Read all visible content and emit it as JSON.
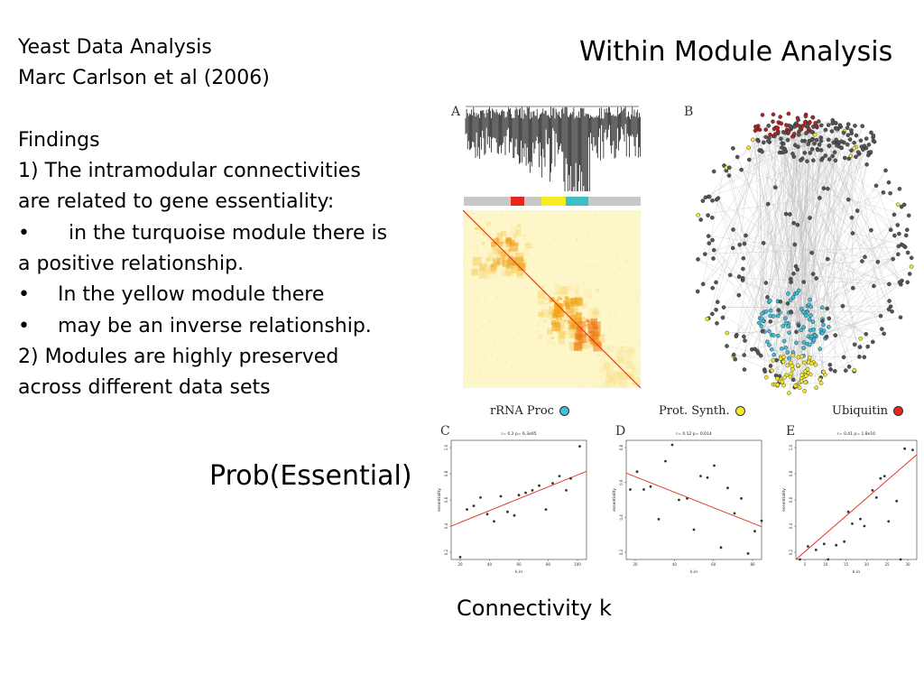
{
  "left": {
    "title_line1": "Yeast Data Analysis",
    "title_line2": "Marc Carlson et al (2006)",
    "findings_label": "Findings",
    "finding1_line1": "1) The intramodular connectivities",
    "finding1_line2": "are related to gene essentiality:",
    "bullet_char": "•",
    "bullet1_line1": "in the turquoise module there is",
    "bullet1_line2": "a positive relationship.",
    "bullet2": "In the yellow module there",
    "bullet3": "may be an inverse relationship.",
    "finding2_line1": "2) Modules are highly preserved",
    "finding2_line2": "across different data sets"
  },
  "heading": "Within Module Analysis",
  "figure": {
    "panel_a": "A",
    "panel_b": "B",
    "panel_c": "C",
    "panel_d": "D",
    "panel_e": "E",
    "module_bar_colors": [
      "#c8c8c8",
      "#e8261e",
      "#c8c8c8",
      "#f5ec22",
      "#3cc0c8",
      "#c8c8c8"
    ],
    "module_colors": {
      "brown": "#b22222",
      "turquoise": "#3fc0d8",
      "yellow": "#f2e830",
      "grey": "#555555"
    }
  },
  "categories": [
    {
      "label": "rRNA Proc",
      "color": "#3fc0d8"
    },
    {
      "label": "Prot. Synth.",
      "color": "#f2e830"
    },
    {
      "label": "Ubiquitin",
      "color": "#e8261e"
    }
  ],
  "y_axis_label": "Prob(Essential)",
  "x_axis_label": "Connectivity k",
  "chart_data": [
    {
      "type": "scatter",
      "title": "r= 0.2  p= 6.3e05",
      "xlabel": "k.in",
      "ylabel": "essentiality",
      "xlim": [
        0,
        120
      ],
      "ylim": [
        0,
        1
      ],
      "xticks": [
        "20",
        "40",
        "60",
        "80",
        "100"
      ],
      "yticks": [
        "0.2",
        "0.4",
        "0.6",
        "0.8",
        "1.0"
      ],
      "trend": [
        [
          0,
          0.28
        ],
        [
          120,
          0.74
        ]
      ],
      "points": [
        [
          8,
          0.02
        ],
        [
          14,
          0.42
        ],
        [
          20,
          0.45
        ],
        [
          26,
          0.52
        ],
        [
          32,
          0.38
        ],
        [
          38,
          0.32
        ],
        [
          44,
          0.53
        ],
        [
          50,
          0.4
        ],
        [
          56,
          0.37
        ],
        [
          60,
          0.54
        ],
        [
          66,
          0.56
        ],
        [
          72,
          0.58
        ],
        [
          78,
          0.62
        ],
        [
          84,
          0.42
        ],
        [
          90,
          0.64
        ],
        [
          96,
          0.7
        ],
        [
          102,
          0.58
        ],
        [
          106,
          0.68
        ],
        [
          114,
          0.95
        ]
      ]
    },
    {
      "type": "scatter",
      "title": "r= 0.12  p= 0.014",
      "xlabel": "k.in",
      "ylabel": "essentiality",
      "xlim": [
        0,
        100
      ],
      "ylim": [
        0,
        0.8
      ],
      "xticks": [
        "20",
        "40",
        "60",
        "80"
      ],
      "yticks": [
        "0.2",
        "0.4",
        "0.6",
        "0.8"
      ],
      "trend": [
        [
          0,
          0.58
        ],
        [
          100,
          0.22
        ]
      ],
      "points": [
        [
          3,
          0.47
        ],
        [
          8,
          0.59
        ],
        [
          13,
          0.47
        ],
        [
          18,
          0.49
        ],
        [
          24,
          0.27
        ],
        [
          29,
          0.66
        ],
        [
          34,
          0.77
        ],
        [
          39,
          0.4
        ],
        [
          45,
          0.41
        ],
        [
          50,
          0.2
        ],
        [
          55,
          0.56
        ],
        [
          60,
          0.55
        ],
        [
          65,
          0.63
        ],
        [
          70,
          0.08
        ],
        [
          75,
          0.48
        ],
        [
          80,
          0.31
        ],
        [
          85,
          0.41
        ],
        [
          90,
          0.04
        ],
        [
          95,
          0.19
        ],
        [
          100,
          0.26
        ]
      ]
    },
    {
      "type": "scatter",
      "title": "r= 0.41  p= 1.8e10",
      "xlabel": "k.in",
      "ylabel": "essentiality",
      "xlim": [
        0,
        30
      ],
      "ylim": [
        0,
        1
      ],
      "xticks": [
        "5",
        "10",
        "15",
        "20",
        "25",
        "30"
      ],
      "yticks": [
        "0.2",
        "0.4",
        "0.6",
        "0.8",
        "1.0"
      ],
      "trend": [
        [
          0,
          0.0
        ],
        [
          30,
          0.88
        ]
      ],
      "points": [
        [
          1,
          0.0
        ],
        [
          3,
          0.11
        ],
        [
          5,
          0.08
        ],
        [
          7,
          0.13
        ],
        [
          8,
          0.0
        ],
        [
          10,
          0.12
        ],
        [
          12,
          0.15
        ],
        [
          13,
          0.4
        ],
        [
          14,
          0.3
        ],
        [
          16,
          0.34
        ],
        [
          17,
          0.28
        ],
        [
          19,
          0.58
        ],
        [
          20,
          0.52
        ],
        [
          21,
          0.68
        ],
        [
          22,
          0.7
        ],
        [
          23,
          0.32
        ],
        [
          25,
          0.49
        ],
        [
          26,
          0.0
        ],
        [
          27,
          0.93
        ],
        [
          29,
          0.92
        ]
      ]
    }
  ]
}
